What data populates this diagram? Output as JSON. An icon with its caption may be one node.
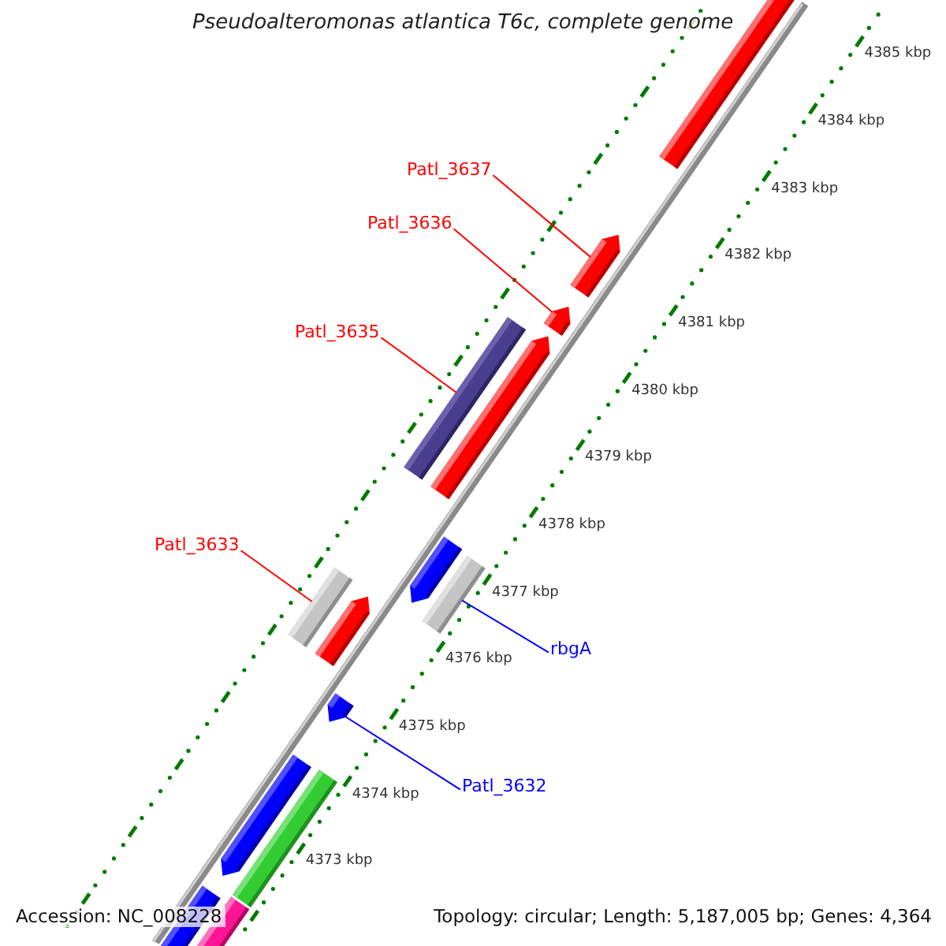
{
  "diagram": {
    "title": "Pseudoalteromonas atlantica T6c, complete genome",
    "nodes": [
      {
        "text": [],
        "shape": "bar"
      },
      {
        "text": [
          "Patl_3637"
        ]
      },
      {
        "text": [],
        "shape": "arrow"
      },
      {
        "text": [
          "Patl_3636"
        ]
      },
      {
        "text": [],
        "shape": "arrow"
      },
      {
        "text": [
          "Patl_3635"
        ]
      },
      {
        "text": [],
        "shape": "bar"
      },
      {
        "text": [],
        "shape": "arrow"
      },
      {
        "text": [
          "Patl_3633"
        ]
      },
      {
        "text": [],
        "shape": "bar"
      },
      {
        "text": [],
        "shape": "arrow"
      },
      {
        "text": [],
        "shape": "arrow"
      },
      {
        "text": [],
        "shape": "bar"
      },
      {
        "text": [
          "rbgA"
        ]
      },
      {
        "text": [],
        "shape": "arrow"
      },
      {
        "text": [
          "Patl_3632"
        ]
      },
      {
        "text": [],
        "shape": "arrow"
      },
      {
        "text": [],
        "shape": "bar"
      },
      {
        "text": [],
        "shape": "bar"
      },
      {
        "text": [],
        "shape": "bar"
      }
    ],
    "edges": [
      {
        "from": 1,
        "to": 2,
        "arrow": "none"
      },
      {
        "from": 3,
        "to": 4,
        "arrow": "none"
      },
      {
        "from": 5,
        "to": 6,
        "arrow": "none"
      },
      {
        "from": 8,
        "to": 9,
        "arrow": "none"
      },
      {
        "from": 13,
        "to": 12,
        "arrow": "none",
        "color": "#0000ff"
      },
      {
        "from": 15,
        "to": 14,
        "arrow": "none",
        "color": "#0000ff"
      }
    ],
    "labels": [
      "4385 kbp",
      "4384 kbp",
      "4383 kbp",
      "4382 kbp",
      "4381 kbp",
      "4380 kbp",
      "4379 kbp",
      "4378 kbp",
      "4377 kbp",
      "4376 kbp",
      "4375 kbp",
      "4374 kbp",
      "4373 kbp",
      "Accession: NC_008228",
      "Topology: circular; Length: 5,187,005 bp; Genes: 4,364"
    ]
  }
}
